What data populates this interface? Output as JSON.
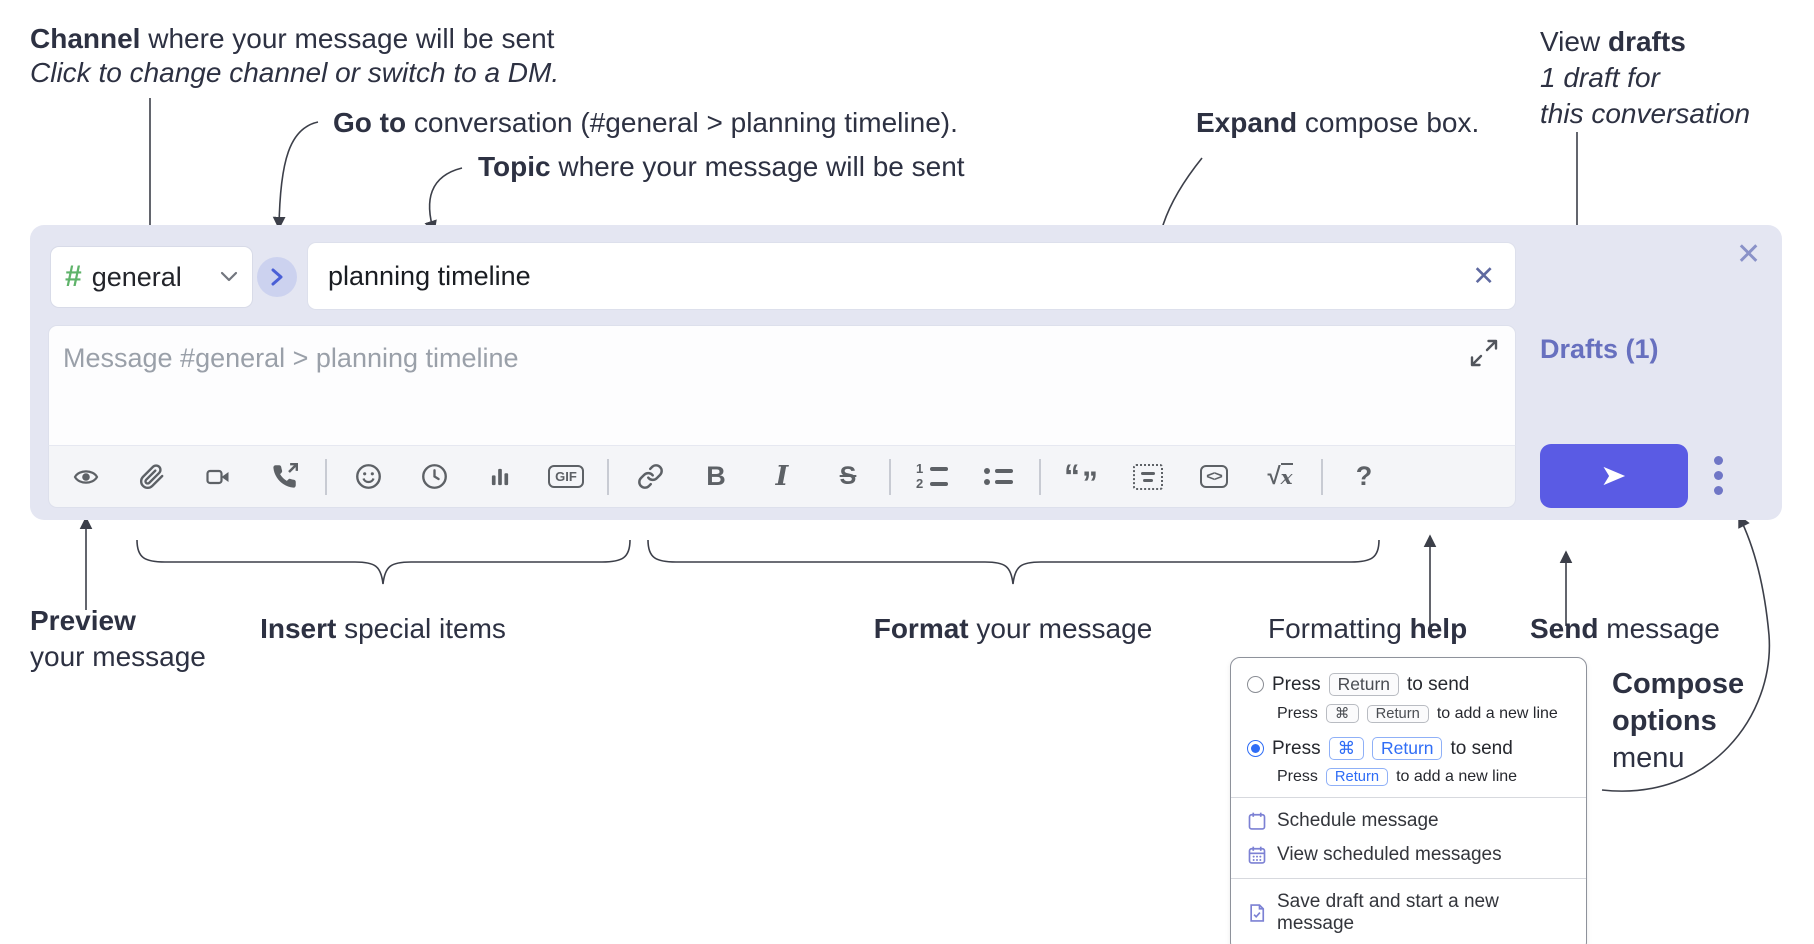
{
  "annotations": {
    "channel": {
      "bold": "Channel",
      "rest": " where your message will be sent",
      "line2": "Click to change channel or switch to a DM."
    },
    "goto": {
      "bold": "Go to",
      "rest": " conversation (#general > planning timeline)."
    },
    "topic": {
      "bold": "Topic",
      "rest": " where your message will be sent"
    },
    "expand": {
      "bold": "Expand",
      "rest": " compose box."
    },
    "view_drafts": {
      "pre": "View ",
      "bold": "drafts",
      "line2": "1 draft for",
      "line3": "this conversation"
    },
    "preview": {
      "bold": "Preview",
      "line2": "your message"
    },
    "insert": {
      "bold": "Insert",
      "rest": " special items"
    },
    "format": {
      "bold": "Format",
      "rest": " your message"
    },
    "formatting_help": {
      "pre": "Formatting ",
      "bold": "help"
    },
    "send": {
      "bold": "Send",
      "rest": " message"
    },
    "compose_options": {
      "line1": "Compose",
      "line2": "options",
      "line3": "menu"
    }
  },
  "compose": {
    "channel_hash": "#",
    "channel_name": "general",
    "topic_value": "planning timeline",
    "clear_topic_glyph": "✕",
    "close_glyph": "✕",
    "message_placeholder": "Message #general > planning timeline",
    "drafts_label": "Drafts (1)",
    "toolbar_glyphs": {
      "bold": "B",
      "italic": "I",
      "strike": "S",
      "gif": "GIF",
      "code": "<>",
      "math_root": "√",
      "math_x": "x",
      "help": "?",
      "quote_open": "“",
      "quote_close": "”",
      "ol1": "1",
      "ol2": "2"
    },
    "toolbar_icons": [
      "preview-eye",
      "attach-paperclip",
      "video-call",
      "voice-call",
      "emoji-smiley",
      "time-clock",
      "poll-chart",
      "gif",
      "link",
      "bold",
      "italic",
      "strikethrough",
      "numbered-list",
      "bulleted-list",
      "quote",
      "spoiler",
      "code",
      "math",
      "help"
    ]
  },
  "popup": {
    "option1": {
      "press": "Press",
      "keys": [
        "Return"
      ],
      "suffix": "to send",
      "sub": {
        "press": "Press",
        "keys": [
          "⌘",
          "Return"
        ],
        "suffix": "to add a new line"
      }
    },
    "option2": {
      "press": "Press",
      "keys": [
        "⌘",
        "Return"
      ],
      "suffix": "to send",
      "sub": {
        "press": "Press",
        "keys": [
          "Return"
        ],
        "suffix": "to add a new line"
      }
    },
    "menu": [
      {
        "label": "Schedule message"
      },
      {
        "label": "View scheduled messages"
      },
      {
        "label": "Save draft and start a new message"
      }
    ]
  },
  "colors": {
    "accent_indigo": "#5a5be4",
    "lavender_bg": "#e4e6f2",
    "drafts_link": "#6770bf",
    "hash_green": "#5fb36a",
    "kbd_blue": "#2f6df6",
    "annotation_ink": "#2d3142"
  }
}
